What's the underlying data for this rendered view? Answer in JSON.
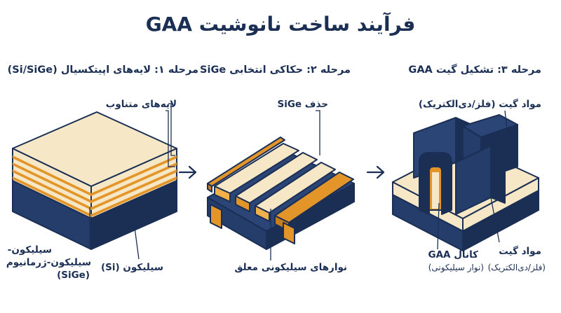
{
  "title": "فرآیند ساخت نانوشیت GAA",
  "stages": [
    {
      "title": "مرحله ۱: لایه‌های اپیتکسیال (Si/SiGe)"
    },
    {
      "title": "مرحله ۲: حکاکی انتخابی SiGe"
    },
    {
      "title": "مرحله ۳: تشکیل گیت GAA"
    }
  ],
  "labels": {
    "alternating_layers": "لایه‌های متناوب",
    "silicon_germanium_1": "سیلیکون-",
    "silicon_germanium_2": "سیلیکون-ژرمانیوم",
    "silicon_germanium_3": "(SiGe)",
    "silicon": "سیلیکون (Si)",
    "sige_removal": "حذف SiGe",
    "suspended_nanowires": "نوارهای سیلیکونی معلق",
    "gate_material_top": "مواد گیت (فلز/دی‌الکتریک)",
    "gaa_channel": "کانال GAA",
    "gaa_channel_sub": "(نوار سیلیکونی)",
    "gate_material_bottom": "مواد گیت",
    "gate_material_bottom_sub": "(فلز/دی‌الکتریک)"
  },
  "colors": {
    "navy": "#1b2f55",
    "navy_dark": "#142444",
    "cream": "#f6e8c6",
    "orange": "#e3952a",
    "orange_light": "#f0b04a"
  }
}
